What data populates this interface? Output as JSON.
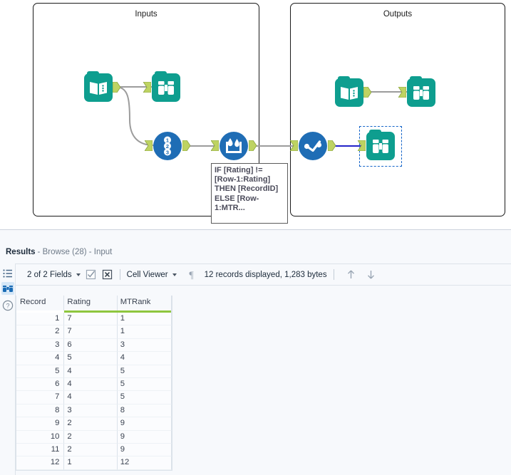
{
  "canvas": {
    "containers": [
      {
        "name": "inputs",
        "title": "Inputs"
      },
      {
        "name": "outputs",
        "title": "Outputs"
      }
    ],
    "tools": [
      {
        "name": "input-data-tool-inputs",
        "icon": "input-data-icon",
        "shape": "square",
        "color": "#0e9e8f"
      },
      {
        "name": "browse-tool-inputs",
        "icon": "browse-binoculars-icon",
        "shape": "square",
        "color": "#0e9e8f"
      },
      {
        "name": "record-id-tool",
        "icon": "record-id-icon",
        "shape": "circle",
        "color": "#1f6db5"
      },
      {
        "name": "multi-row-formula-tool",
        "icon": "multi-row-formula-icon",
        "shape": "circle",
        "color": "#1f6db5"
      },
      {
        "name": "sort-tool",
        "icon": "sort-icon",
        "shape": "circle",
        "color": "#1f6db5"
      },
      {
        "name": "input-data-tool-outputs",
        "icon": "input-data-icon",
        "shape": "square",
        "color": "#0e9e8f"
      },
      {
        "name": "browse-tool-outputs",
        "icon": "browse-binoculars-icon",
        "shape": "square",
        "color": "#0e9e8f"
      },
      {
        "name": "browse-tool-selected",
        "icon": "browse-binoculars-icon",
        "shape": "square",
        "color": "#0e9e8f"
      }
    ],
    "formula_tooltip": {
      "line1": "IF [Rating] !=",
      "line2": "[Row-1:Rating]",
      "line3": "THEN [RecordID]",
      "line4": "ELSE [Row-",
      "line5": "1:MTR..."
    },
    "selection_color": "#1464c8",
    "wire_color": "#9c9c9c",
    "wire_selected_color": "#2323c8",
    "anchor_color": "#bed362"
  },
  "results": {
    "header": {
      "title": "Results",
      "subtitle": "- Browse (28) - Input"
    },
    "toolbar": {
      "fields_label": "2 of 2 Fields",
      "select_all_icon": "checkbox-checked-icon",
      "deselect_all_icon": "checkbox-cross-icon",
      "view_mode": "Cell Viewer",
      "pilcrow_icon": "pilcrow-icon",
      "record_info": "12 records displayed, 1,283 bytes",
      "nav_up_icon": "arrow-up-icon",
      "nav_down_icon": "arrow-down-icon"
    },
    "rail": [
      {
        "name": "rail-list",
        "icon": "list-icon",
        "active": false
      },
      {
        "name": "rail-browse",
        "icon": "binoculars-icon",
        "active": true
      },
      {
        "name": "rail-help",
        "icon": "help-icon",
        "active": false
      }
    ],
    "grid": {
      "columns": [
        {
          "name": "Record",
          "underline": false
        },
        {
          "name": "Rating",
          "underline": true
        },
        {
          "name": "MTRank",
          "underline": true
        }
      ],
      "rows": [
        {
          "record": "1",
          "rating": "7",
          "mtrank": "1"
        },
        {
          "record": "2",
          "rating": "7",
          "mtrank": "1"
        },
        {
          "record": "3",
          "rating": "6",
          "mtrank": "3"
        },
        {
          "record": "4",
          "rating": "5",
          "mtrank": "4"
        },
        {
          "record": "5",
          "rating": "4",
          "mtrank": "5"
        },
        {
          "record": "6",
          "rating": "4",
          "mtrank": "5"
        },
        {
          "record": "7",
          "rating": "4",
          "mtrank": "5"
        },
        {
          "record": "8",
          "rating": "3",
          "mtrank": "8"
        },
        {
          "record": "9",
          "rating": "2",
          "mtrank": "9"
        },
        {
          "record": "10",
          "rating": "2",
          "mtrank": "9"
        },
        {
          "record": "11",
          "rating": "2",
          "mtrank": "9"
        },
        {
          "record": "12",
          "rating": "1",
          "mtrank": "12"
        }
      ]
    }
  }
}
